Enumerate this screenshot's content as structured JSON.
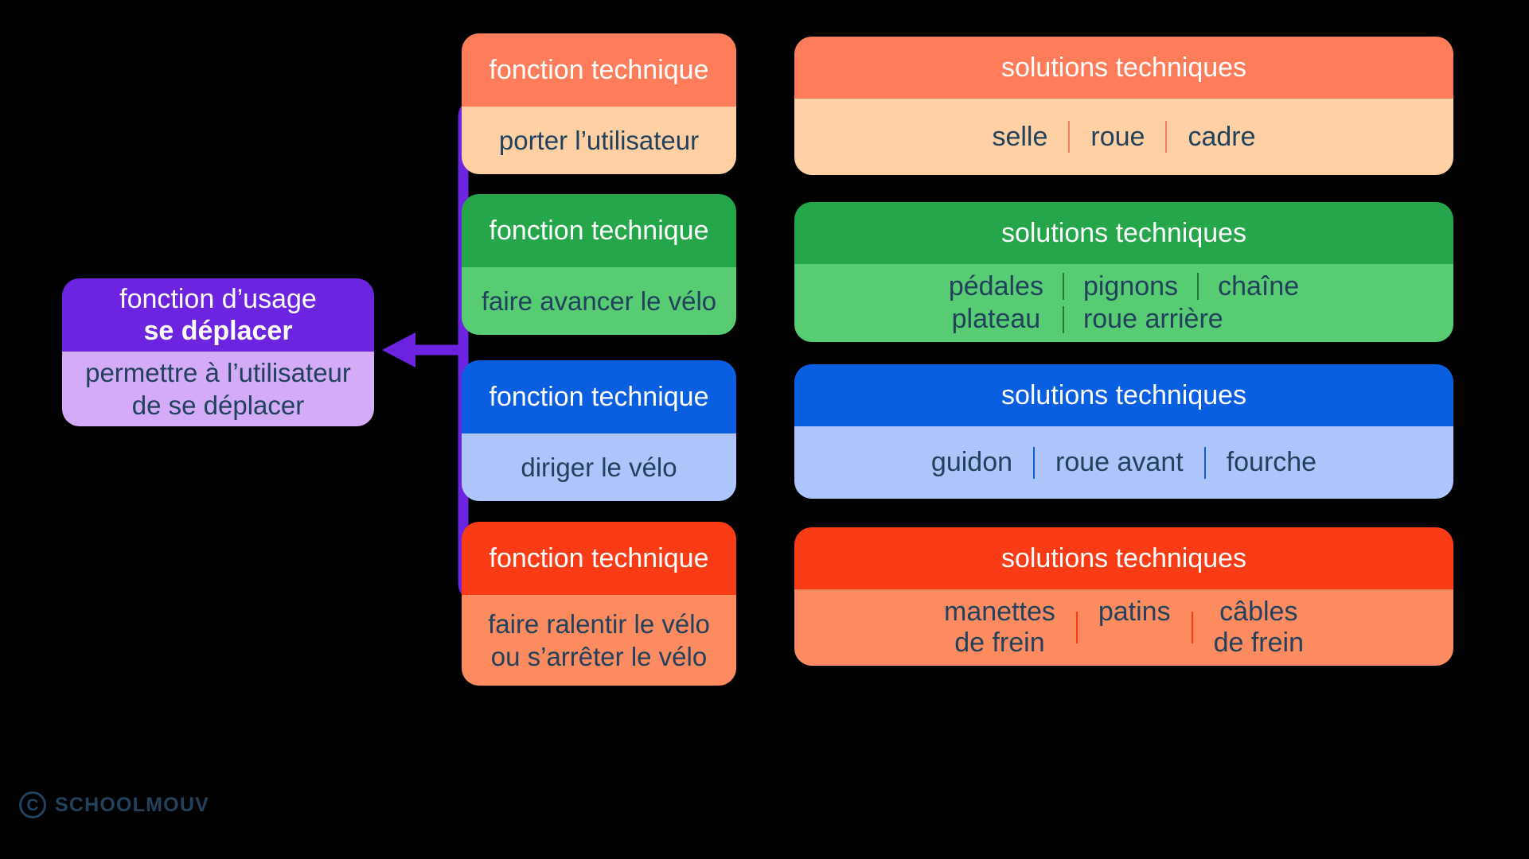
{
  "colors": {
    "background": "#000000",
    "purple": "#6c24e0",
    "purple_light": "#d3abf7",
    "orange": "#fd7d5a",
    "orange_light": "#ffd0a4",
    "green": "#25a64a",
    "green_light": "#57cc72",
    "blue": "#0a5fe0",
    "blue_light": "#aec5fb",
    "red": "#f93c16",
    "red_light": "#fd8b60",
    "text_dark": "#21415c",
    "text_light": "#ffffff"
  },
  "usage": {
    "head_line1": "fonction d’usage",
    "head_line2": "se déplacer",
    "body": "permettre à l’utilisateur\nde se déplacer"
  },
  "functions": [
    {
      "head": "fonction technique",
      "body": "porter l’utilisateur",
      "accent": "#fd7d5a"
    },
    {
      "head": "fonction technique",
      "body": "faire avancer le vélo",
      "accent": "#25a64a"
    },
    {
      "head": "fonction technique",
      "body": "diriger le vélo",
      "accent": "#0a5fe0"
    },
    {
      "head": "fonction technique",
      "body": "faire ralentir le vélo\nou s’arrêter le vélo",
      "accent": "#f93c16"
    }
  ],
  "solutions": [
    {
      "head": "solutions techniques",
      "parts": [
        "selle",
        "roue",
        "cadre"
      ],
      "accent": "#fd7d5a"
    },
    {
      "head": "solutions techniques",
      "parts_row1": [
        "pédales",
        "pignons",
        "chaîne"
      ],
      "parts_row2": [
        "plateau",
        "roue arrière"
      ],
      "accent": "#25a64a"
    },
    {
      "head": "solutions techniques",
      "parts": [
        "guidon",
        "roue avant",
        "fourche"
      ],
      "accent": "#0a5fe0"
    },
    {
      "head": "solutions techniques",
      "parts": [
        "manettes\nde frein",
        "patins",
        "câbles\nde frein"
      ],
      "accent": "#f93c16"
    }
  ],
  "logo": {
    "mark": "C",
    "wordmark": "SCHOOLMOUV"
  }
}
